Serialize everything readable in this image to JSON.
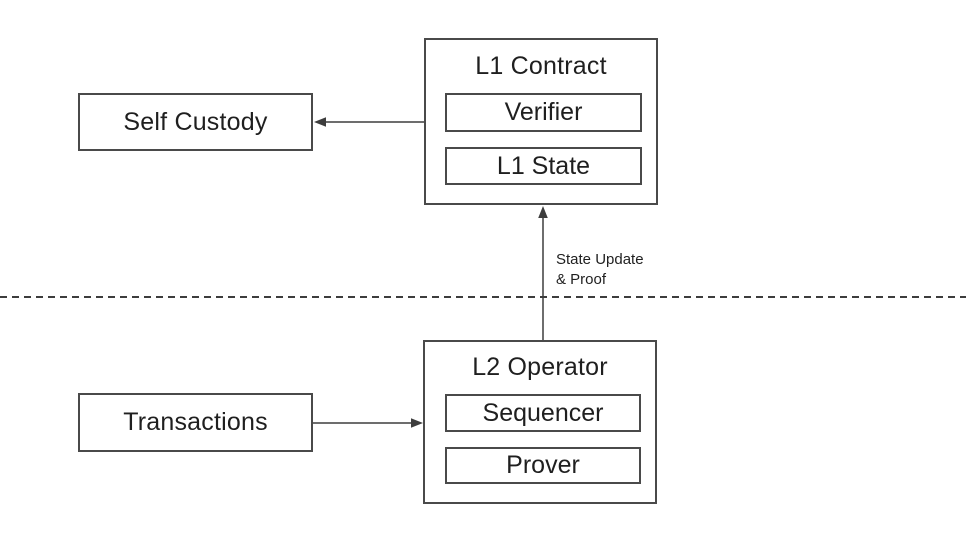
{
  "diagram": {
    "nodes": {
      "l1_contract": {
        "title": "L1 Contract",
        "children": {
          "verifier": "Verifier",
          "l1_state": "L1 State"
        }
      },
      "self_custody": {
        "label": "Self Custody"
      },
      "l2_operator": {
        "title": "L2 Operator",
        "children": {
          "sequencer": "Sequencer",
          "prover": "Prover"
        }
      },
      "transactions": {
        "label": "Transactions"
      }
    },
    "connectors": {
      "l1_contract_to_self_custody": {
        "from": "L1 Contract",
        "to": "Self Custody"
      },
      "transactions_to_l2_operator": {
        "from": "Transactions",
        "to": "L2 Operator"
      },
      "l2_operator_to_l1_contract": {
        "from": "L2 Operator",
        "to": "L1 Contract",
        "label_line1": "State Update",
        "label_line2": "& Proof"
      },
      "layer_separator": {
        "style": "dashed"
      }
    },
    "colors": {
      "background": "#ffffff",
      "box_border": "#4a4a4a",
      "text": "#1f1f1f",
      "connector": "#3d3d3d"
    }
  }
}
